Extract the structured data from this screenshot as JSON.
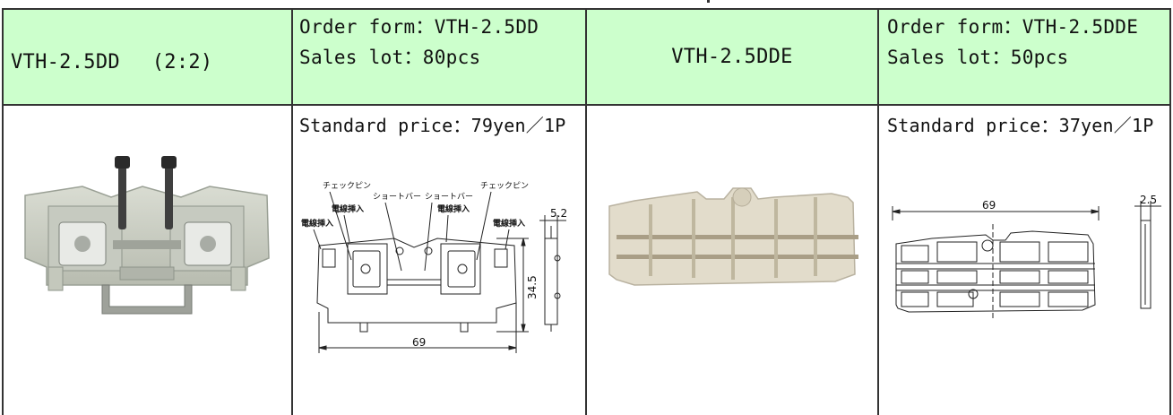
{
  "row1": {
    "col1_label": "VTH-2.5DD　 (2:2)",
    "col2_order": "Order form：VTH-2.5DD",
    "col2_lot": "Sales lot：80pcs",
    "col3_label": "VTH-2.5DDE",
    "col4_order": "Order form：VTH-2.5DDE",
    "col4_lot": "Sales lot：50pcs"
  },
  "row2": {
    "col2_price": "Standard price：79yen／1P",
    "col4_price": "Standard price：37yen／1P",
    "drawing1": {
      "check_pin_left": "チェックピン",
      "check_pin_right": "チェックピン",
      "short_bar_left": "ショートバー",
      "short_bar_right": "ショートバー",
      "wire_insert_1": "電線挿入",
      "wire_insert_2": "電線挿入",
      "wire_insert_3": "電線挿入",
      "wire_insert_4": "電線挿入",
      "dim_width": "69",
      "dim_height": "34.5",
      "dim_thickness": "5.2"
    },
    "drawing2": {
      "dim_width": "69",
      "dim_thickness": "2.5"
    }
  },
  "colors": {
    "header_bg": "#ccffcc",
    "border": "#333333"
  }
}
